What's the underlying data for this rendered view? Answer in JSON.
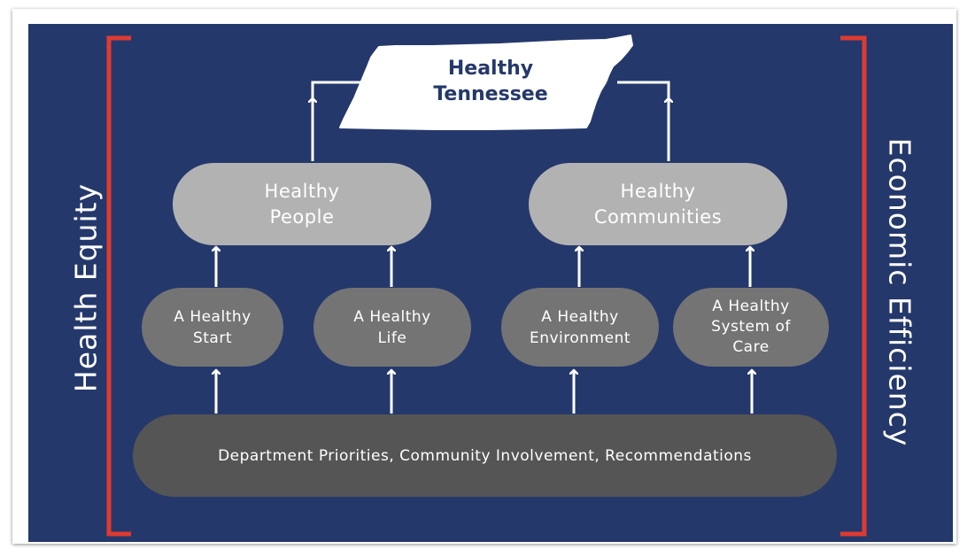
{
  "diagram": {
    "title": "Healthy\nTennessee",
    "left_label": "Health Equity",
    "right_label": "Economic Efficiency",
    "goals": [
      "Healthy\nPeople",
      "Healthy\nCommunities"
    ],
    "priorities": [
      "A Healthy\nStart",
      "A Healthy\nLife",
      "A Healthy\nEnvironment",
      "A Healthy\nSystem of\nCare"
    ],
    "foundation": "Department Priorities, Community Involvement, Recommendations"
  },
  "colors": {
    "background": "#24386b",
    "bracket": "#e03a30",
    "goal_fill": "#b2b2b2",
    "priority_fill": "#747474",
    "foundation_fill": "#555555",
    "title_text": "#24386b"
  }
}
